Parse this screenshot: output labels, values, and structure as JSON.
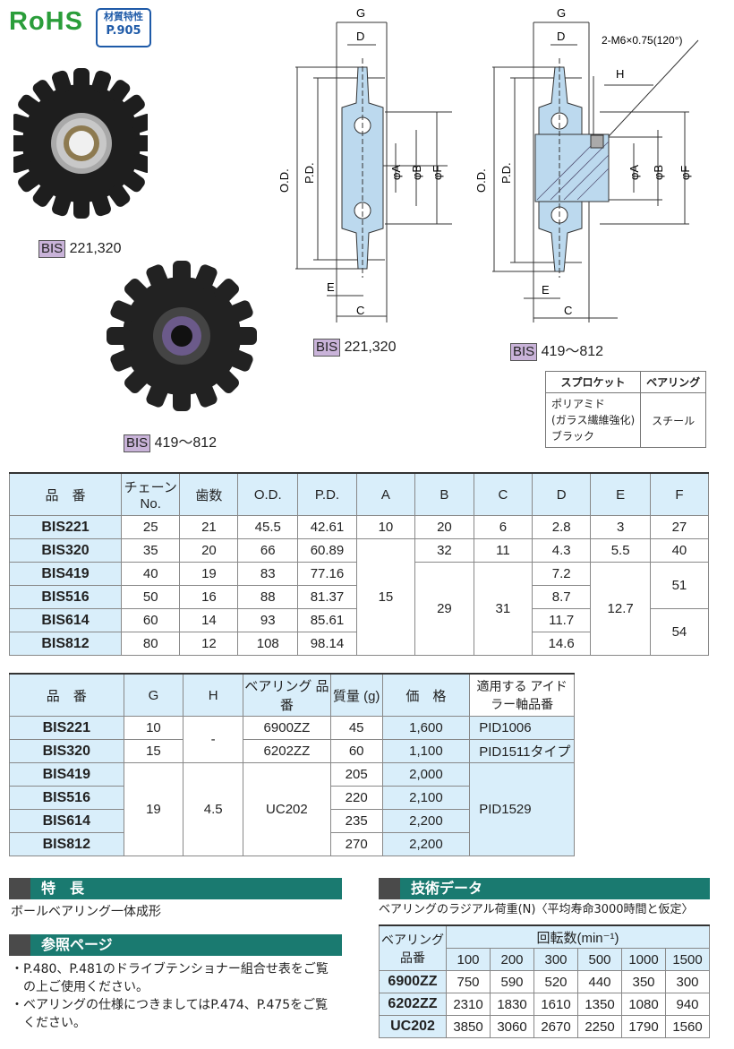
{
  "logo": {
    "text": "RoHS",
    "badge_line1": "材質特性",
    "badge_line2": "P.905"
  },
  "photos": {
    "label1_tag": "BIS",
    "label1_text": "221,320",
    "label2_tag": "BIS",
    "label2_text": "419～812"
  },
  "drawings": {
    "left": {
      "tag": "BIS",
      "text": "221,320"
    },
    "right": {
      "tag": "BIS",
      "text": "419～812"
    },
    "dims": {
      "G": "G",
      "D": "D",
      "H": "H",
      "OD": "O.D.",
      "PD": "P.D.",
      "A": "φA",
      "B": "φB",
      "F": "φF",
      "E": "E",
      "C": "C",
      "tap": "2-M6×0.75(120°)"
    }
  },
  "material_table": {
    "head_sprocket": "スプロケット",
    "head_bearing": "ベアリング",
    "sprocket_line1": "ポリアミド",
    "sprocket_line2": "(ガラス繊維強化)",
    "sprocket_line3": "ブラック",
    "bearing": "スチール"
  },
  "spec_table": {
    "headers": [
      "品　番",
      "チェーン No.",
      "歯数",
      "O.D.",
      "P.D.",
      "A",
      "B",
      "C",
      "D",
      "E",
      "F"
    ],
    "rows": [
      [
        "BIS221",
        "25",
        "21",
        "45.5",
        "42.61",
        "10",
        "20",
        "6",
        "2.8",
        "3",
        "27"
      ],
      [
        "BIS320",
        "35",
        "20",
        "66",
        "60.89",
        "",
        "32",
        "11",
        "4.3",
        "5.5",
        "40"
      ],
      [
        "BIS419",
        "40",
        "19",
        "83",
        "77.16",
        "15",
        "29",
        "31",
        "7.2",
        "12.7",
        "51"
      ],
      [
        "BIS516",
        "50",
        "16",
        "88",
        "81.37",
        "",
        "",
        "",
        "8.7",
        "",
        ""
      ],
      [
        "BIS614",
        "60",
        "14",
        "93",
        "85.61",
        "",
        "",
        "",
        "11.7",
        "",
        "54"
      ],
      [
        "BIS812",
        "80",
        "12",
        "108",
        "98.14",
        "",
        "",
        "",
        "14.6",
        "",
        ""
      ]
    ]
  },
  "price_table": {
    "headers": [
      "品　番",
      "G",
      "H",
      "ベアリング 品番",
      "質量 (g)",
      "価　格",
      "適用する アイドラー軸品番"
    ],
    "rows": [
      [
        "BIS221",
        "10",
        "-",
        "6900ZZ",
        "45",
        "1,600",
        "PID1006"
      ],
      [
        "BIS320",
        "15",
        "",
        "6202ZZ",
        "60",
        "1,100",
        "PID1511タイプ"
      ],
      [
        "BIS419",
        "19",
        "4.5",
        "UC202",
        "205",
        "2,000",
        "PID1529"
      ],
      [
        "BIS516",
        "",
        "",
        "",
        "220",
        "2,100",
        ""
      ],
      [
        "BIS614",
        "",
        "",
        "",
        "235",
        "2,200",
        ""
      ],
      [
        "BIS812",
        "",
        "",
        "",
        "270",
        "2,200",
        ""
      ]
    ]
  },
  "features": {
    "title": "特　長",
    "text": "ボールベアリング一体成形"
  },
  "reference": {
    "title": "参照ページ",
    "items": [
      "・P.480、P.481のドライブテンショナー組合せ表をご覧",
      "　の上ご使用ください。",
      "・ベアリングの仕様につきましてはP.474、P.475をご覧",
      "　ください。"
    ]
  },
  "tech": {
    "title": "技術データ",
    "caption": "ベアリングのラジアル荷重(N)〈平均寿命3000時間と仮定〉",
    "head_part": "ベアリング 品番",
    "head_speed": "回転数(min⁻¹)",
    "speeds": [
      "100",
      "200",
      "300",
      "500",
      "1000",
      "1500"
    ],
    "rows": [
      [
        "6900ZZ",
        "750",
        "590",
        "520",
        "440",
        "350",
        "300"
      ],
      [
        "6202ZZ",
        "2310",
        "1830",
        "1610",
        "1350",
        "1080",
        "940"
      ],
      [
        "UC202",
        "3850",
        "3060",
        "2670",
        "2250",
        "1790",
        "1560"
      ]
    ]
  }
}
